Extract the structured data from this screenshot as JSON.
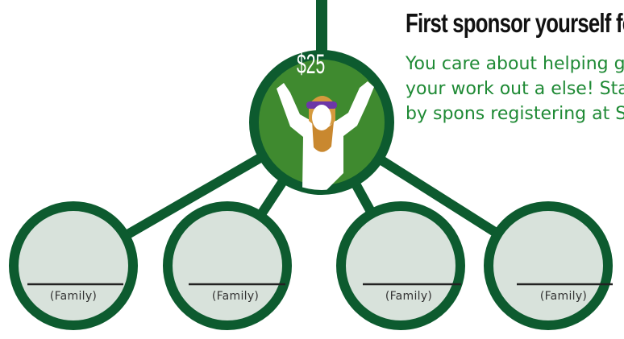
{
  "header": {
    "title": "First sponsor yourself for",
    "body": "You care about helping getting your work out a else! Start off by spons registering  at SWEATF"
  },
  "sponsor": {
    "amount": "$25"
  },
  "family_slots": [
    {
      "label": "(Family)"
    },
    {
      "label": "(Family)"
    },
    {
      "label": "(Family)"
    },
    {
      "label": "(Family)"
    }
  ],
  "colors": {
    "brand_green": "#0d5b2f",
    "accent_green": "#3f8a2f",
    "slot_fill": "#d8e2db",
    "text_green": "#1f8a35",
    "headband": "#6d37a7"
  },
  "icons": {
    "figure": "cheering-person-icon"
  }
}
